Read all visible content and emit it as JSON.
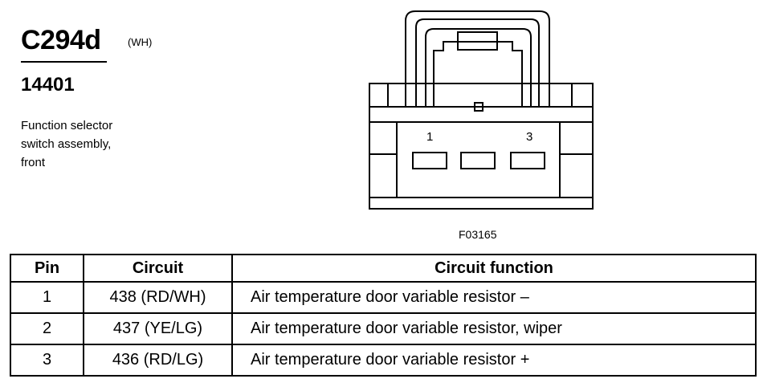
{
  "connector": {
    "id": "C294d",
    "color_code": "(WH)",
    "part_number": "14401",
    "description": [
      "Function selector",
      "switch assembly,",
      "front"
    ]
  },
  "diagram": {
    "pin_labels": [
      "1",
      "3"
    ],
    "figure_code": "F03165"
  },
  "table": {
    "headers": [
      "Pin",
      "Circuit",
      "Circuit function"
    ],
    "rows": [
      {
        "pin": "1",
        "circuit": "438 (RD/WH)",
        "function": "Air temperature door variable resistor –"
      },
      {
        "pin": "2",
        "circuit": "437 (YE/LG)",
        "function": "Air temperature door variable resistor, wiper"
      },
      {
        "pin": "3",
        "circuit": "436 (RD/LG)",
        "function": "Air temperature door variable resistor +"
      }
    ]
  }
}
